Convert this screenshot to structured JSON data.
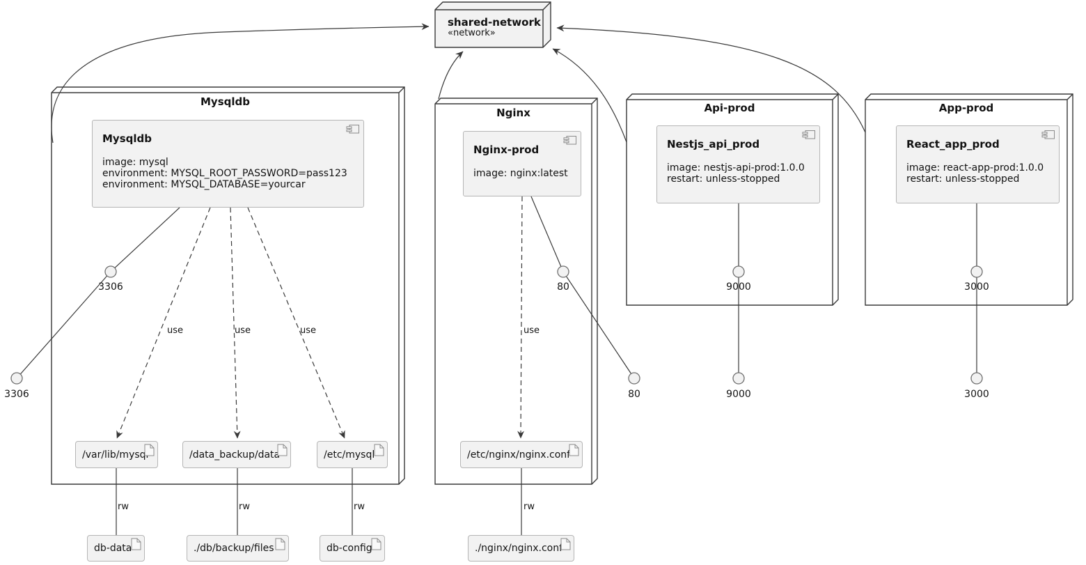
{
  "diagram": {
    "network": {
      "name": "shared-network",
      "stereotype": "«network»"
    },
    "nodes": [
      {
        "title": "Mysqldb",
        "component": {
          "title": "Mysqldb",
          "lines": [
            "image: mysql",
            "environment: MYSQL_ROOT_PASSWORD=pass123",
            "environment: MYSQL_DATABASE=yourcar"
          ]
        },
        "ports": {
          "inner": "3306",
          "outer": "3306"
        }
      },
      {
        "title": "Nginx",
        "component": {
          "title": "Nginx-prod",
          "lines": [
            "image: nginx:latest"
          ]
        },
        "ports": {
          "inner": "80",
          "outer": "80"
        }
      },
      {
        "title": "Api-prod",
        "component": {
          "title": "Nestjs_api_prod",
          "lines": [
            "image: nestjs-api-prod:1.0.0",
            "restart: unless-stopped"
          ]
        },
        "ports": {
          "inner": "9000",
          "outer": "9000"
        }
      },
      {
        "title": "App-prod",
        "component": {
          "title": "React_app_prod",
          "lines": [
            "image: react-app-prod:1.0.0",
            "restart: unless-stopped"
          ]
        },
        "ports": {
          "inner": "3000",
          "outer": "3000"
        }
      }
    ],
    "artifacts": {
      "mysql_internal": [
        "/var/lib/mysql",
        "/data_backup/data",
        "/etc/mysql"
      ],
      "mysql_external": [
        "db-data",
        "./db/backup/files",
        "db-config"
      ],
      "nginx_internal": "/etc/nginx/nginx.conf",
      "nginx_external": "./nginx/nginx.conf"
    },
    "edge_labels": {
      "use": "use",
      "rw": "rw"
    },
    "colors": {
      "background": "#ffffff",
      "node_border": "#383838",
      "box_fill": "#f2f2f2",
      "box_border": "#b5b5b5",
      "line": "#383838"
    }
  }
}
